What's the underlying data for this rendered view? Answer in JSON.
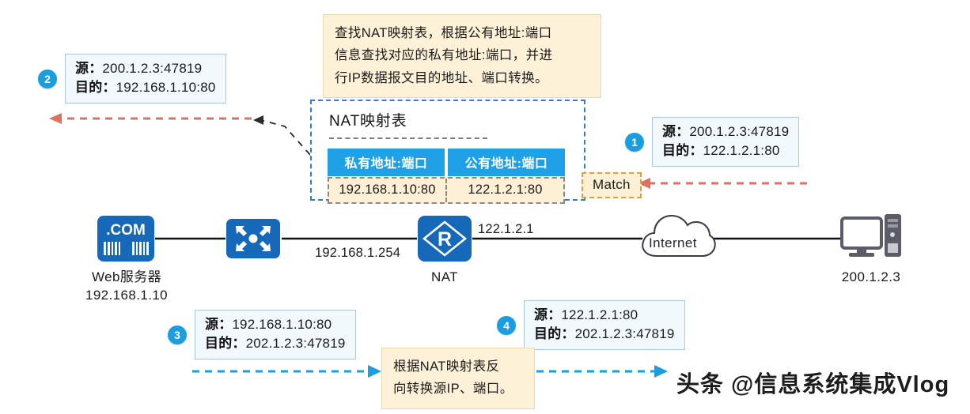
{
  "diagram": {
    "title_watermark": "头条 @信息系统集成Vlog"
  },
  "notes": {
    "top": {
      "lines": [
        "查找NAT映射表，根据公有地址:端口",
        "信息查找对应的私有地址:端口，并进",
        "行IP数据报文目的地址、端口转换。"
      ]
    },
    "bottom": {
      "lines": [
        "根据NAT映射表反",
        "向转换源IP、端口。"
      ]
    }
  },
  "nat_table": {
    "title": "NAT映射表",
    "columns": [
      "私有地址:端口",
      "公有地址:端口"
    ],
    "rows": [
      [
        "192.168.1.10:80",
        "122.1.2.1:80"
      ]
    ],
    "match_label": "Match"
  },
  "packets": [
    {
      "number": "1",
      "src_label": "源：",
      "src_value": "200.1.2.3:47819",
      "dst_label": "目的：",
      "dst_value": "122.1.2.1:80"
    },
    {
      "number": "2",
      "src_label": "源：",
      "src_value": "200.1.2.3:47819",
      "dst_label": "目的：",
      "dst_value": "192.168.1.10:80"
    },
    {
      "number": "3",
      "src_label": "源：",
      "src_value": "192.168.1.10:80",
      "dst_label": "目的：",
      "dst_value": "202.1.2.3:47819"
    },
    {
      "number": "4",
      "src_label": "源：",
      "src_value": "122.1.2.1:80",
      "dst_label": "目的：",
      "dst_value": "202.1.2.3:47819"
    }
  ],
  "devices": {
    "web_server": {
      "icon_text": ".COM",
      "name": "Web服务器",
      "ip": "192.168.1.10"
    },
    "switch": {
      "name": ""
    },
    "nat_router": {
      "icon_letter": "R",
      "name": "NAT",
      "lan_ip": "192.168.1.254",
      "wan_ip": "122.1.2.1"
    },
    "cloud": {
      "name": "Internet"
    },
    "client_pc": {
      "ip": "200.1.2.3"
    }
  },
  "colors": {
    "accent_blue": "#1a9ee0",
    "table_header": "#1ea1e6",
    "device_blue": "#1668b8",
    "note_bg": "#fdf2d8",
    "packet_bg": "#f2f9fd",
    "red_arrow": "#e0705f",
    "blue_arrow": "#1a9ee0",
    "dashed_border": "#2e7fd4"
  }
}
